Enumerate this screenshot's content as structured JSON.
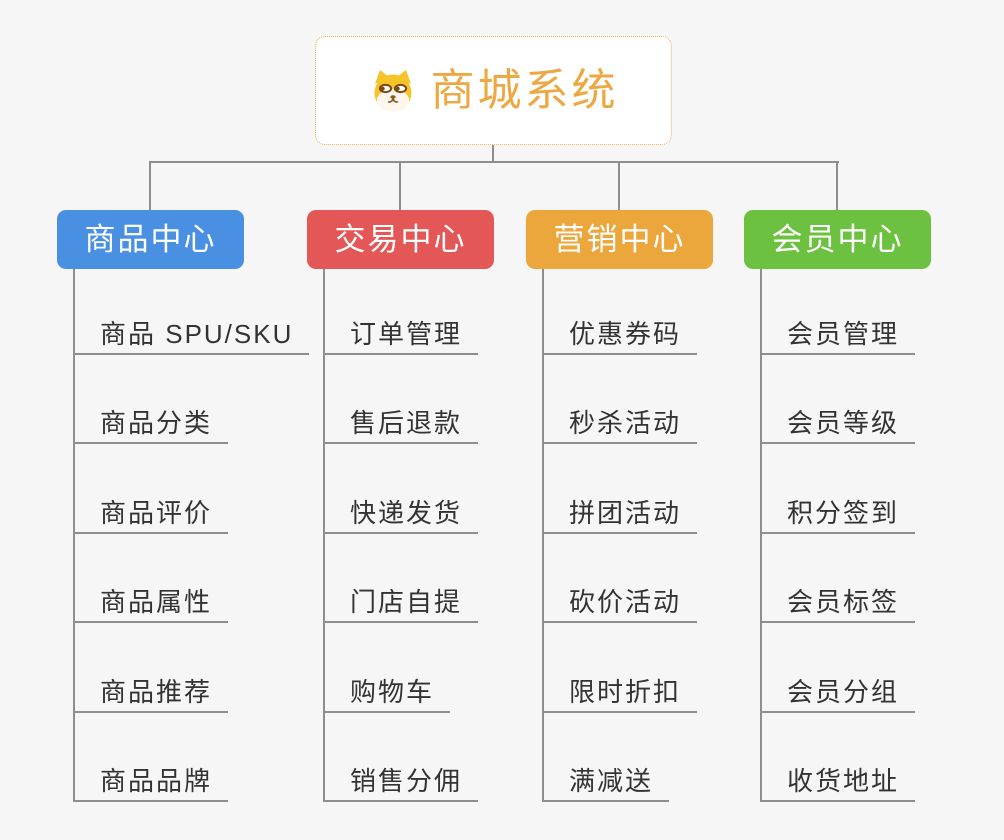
{
  "root": {
    "title": "商城系统",
    "icon": "shiba-dog-icon"
  },
  "branches": [
    {
      "label": "商品中心",
      "color": "#4a90e2",
      "children": [
        "商品 SPU/SKU",
        "商品分类",
        "商品评价",
        "商品属性",
        "商品推荐",
        "商品品牌"
      ]
    },
    {
      "label": "交易中心",
      "color": "#e45757",
      "children": [
        "订单管理",
        "售后退款",
        "快递发货",
        "门店自提",
        "购物车",
        "销售分佣"
      ]
    },
    {
      "label": "营销中心",
      "color": "#eca73c",
      "children": [
        "优惠券码",
        "秒杀活动",
        "拼团活动",
        "砍价活动",
        "限时折扣",
        "满减送"
      ]
    },
    {
      "label": "会员中心",
      "color": "#6cc141",
      "children": [
        "会员管理",
        "会员等级",
        "积分签到",
        "会员标签",
        "会员分组",
        "收货地址"
      ]
    }
  ],
  "colors": {
    "background": "#f6f6f6",
    "connector": "#8e8e8e",
    "accent_border": "#f0ad4e",
    "accent_text": "#eda843",
    "child_text": "#333333"
  }
}
